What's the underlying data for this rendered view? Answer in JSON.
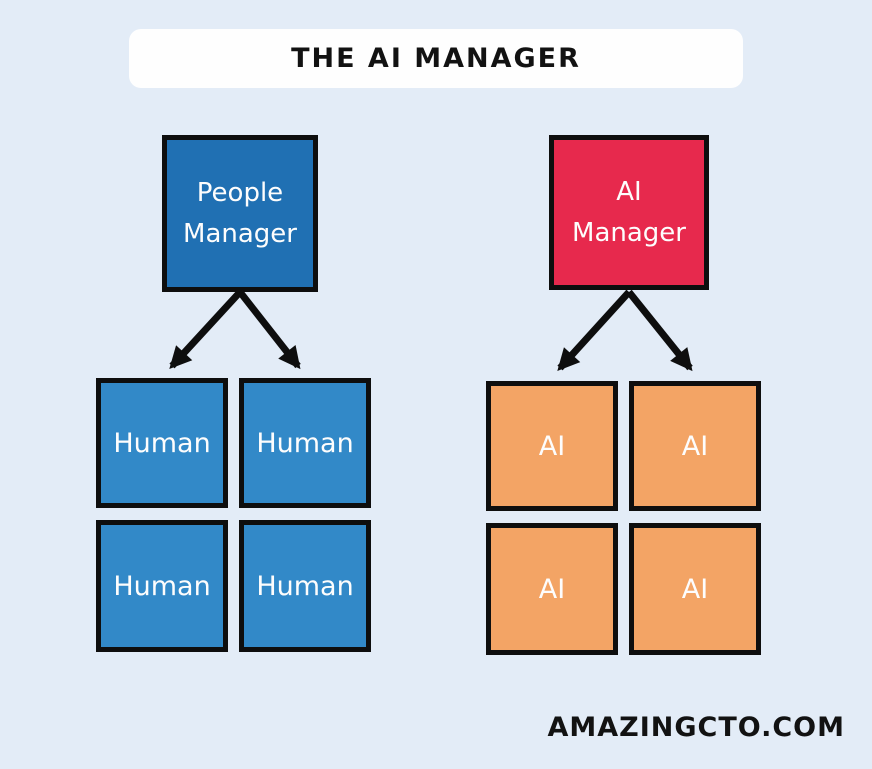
{
  "title": "THE AI MANAGER",
  "watermark": "AMAZINGCTO.COM",
  "left_org": {
    "manager": "People Manager",
    "children": [
      "Human",
      "Human",
      "Human",
      "Human"
    ]
  },
  "right_org": {
    "manager": "AI Manager",
    "children": [
      "AI",
      "AI",
      "AI",
      "AI"
    ]
  },
  "colors": {
    "background": "#e3ecf7",
    "banner_bg": "#fefefe",
    "title_text": "#121212",
    "people_manager_fill": "#2070b3",
    "human_fill": "#3289c8",
    "ai_manager_fill": "#e7294d",
    "ai_fill": "#f3a465",
    "box_border": "#0e0e0e",
    "box_text": "#fdfdfd",
    "arrow": "#0e0e0e",
    "watermark_text": "#121212"
  }
}
